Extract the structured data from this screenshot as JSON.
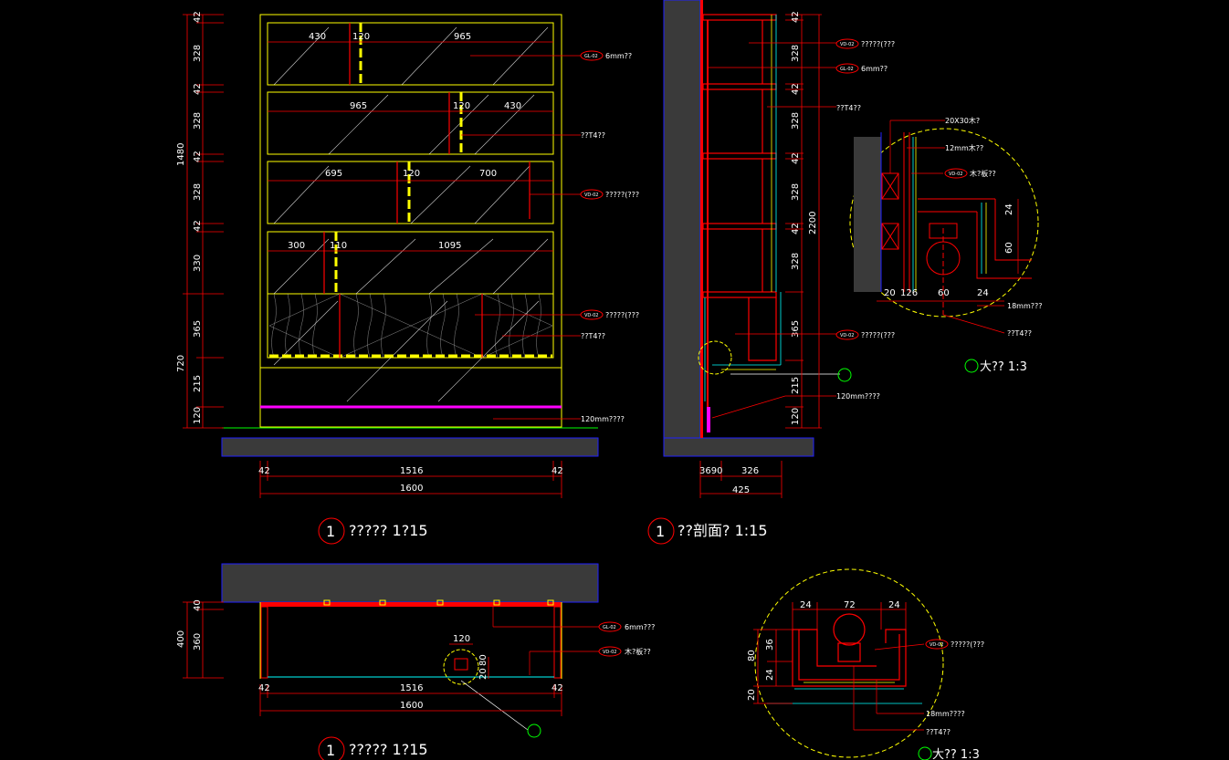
{
  "colors": {
    "bg": "#000000",
    "wall": "#3a3a3a",
    "red": "#ff0000",
    "yellow": "#ffff00",
    "cyan": "#00ffff",
    "magenta": "#ff00ff",
    "green": "#00ff00",
    "white": "#ffffff"
  },
  "front": {
    "top": {
      "a": "430",
      "b": "120",
      "c": "965"
    },
    "row2": {
      "a": "965",
      "b": "120",
      "c": "430"
    },
    "row3": {
      "a": "695",
      "b": "120",
      "c": "700"
    },
    "row4": {
      "a": "300",
      "b": "110",
      "c": "1095"
    },
    "vdims": [
      "42",
      "328",
      "42",
      "328",
      "42",
      "328",
      "42",
      "330",
      "365",
      "215",
      "120"
    ],
    "total_upper": "1480",
    "total_lower": "720",
    "bottom": {
      "l": "42",
      "m": "1516",
      "r": "42",
      "total": "1600"
    },
    "callouts": {
      "gl": "6mm??",
      "vd1": "??T4??",
      "vd2": "?????(???",
      "vd3": "?????(???",
      "t4": "??T4??",
      "base": "120mm????"
    },
    "tags": {
      "gl": "GL-02",
      "vd2": "VD-02",
      "vd3": "VD-02"
    },
    "title_num": "1",
    "title": "????? 1?15"
  },
  "side": {
    "vdims": [
      "42",
      "328",
      "42",
      "328",
      "42",
      "328",
      "42",
      "328",
      "365",
      "215",
      "120"
    ],
    "total": "2200",
    "bottom": {
      "a": "3690",
      "b": "326",
      "total": "425"
    },
    "callouts": {
      "c1": "?????(???",
      "c2": "6mm??",
      "c3": "??T4??",
      "c4": "?????(???",
      "c5": "120mm????"
    },
    "tags": {
      "c1": "VD-02",
      "c2": "GL-02",
      "c4": "VD-02"
    },
    "title_num": "1",
    "title": "??剖面? 1:15"
  },
  "detail1": {
    "callouts": {
      "a": "20X30木?",
      "b": "12mm木??",
      "c": "木?板??",
      "d": "18mm???",
      "e": "??T4??"
    },
    "tags": {
      "c": "VD-02"
    },
    "dims": {
      "d1": "24",
      "d2": "60",
      "b1": "20",
      "b2": "126",
      "b3": "60",
      "b4": "24"
    },
    "title": "大?? 1:3"
  },
  "plan": {
    "vdims": [
      "40",
      "360"
    ],
    "total": "400",
    "top_dim": "120",
    "small": {
      "a": "20",
      "b": "80"
    },
    "bottom": {
      "l": "42",
      "m": "1516",
      "r": "42",
      "total": "1600"
    },
    "callouts": {
      "a": "6mm???",
      "b": "木?板??"
    },
    "tags": {
      "a": "GL-02",
      "b": "VD-02"
    },
    "title_num": "1",
    "title": "????? 1?15"
  },
  "detail2": {
    "top": {
      "a": "24",
      "b": "72",
      "c": "24"
    },
    "left": {
      "a": "80",
      "b": "36",
      "c": "24",
      "d": "20"
    },
    "callouts": {
      "a": "?????(???",
      "b": "18mm????",
      "c": "??T4??"
    },
    "tags": {
      "a": "VD-02"
    },
    "title": "大?? 1:3"
  }
}
